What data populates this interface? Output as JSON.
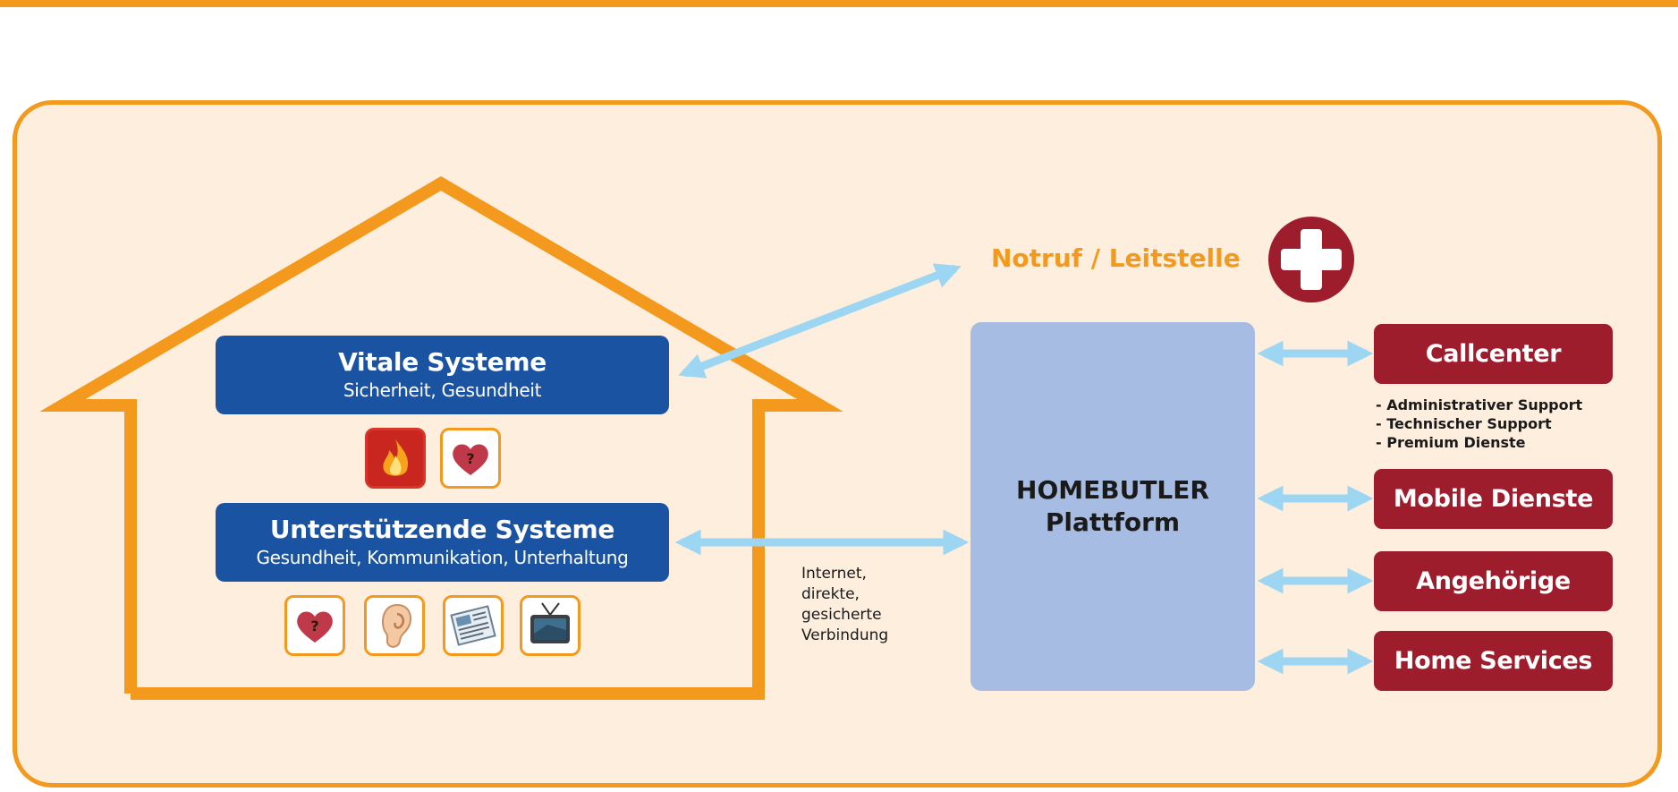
{
  "diagram": {
    "house": {
      "vital_box": {
        "title": "Vitale Systeme",
        "subtitle": "Sicherheit, Gesundheit"
      },
      "vital_icons": [
        {
          "icon": "fire-icon"
        },
        {
          "icon": "heart-question-icon"
        }
      ],
      "support_box": {
        "title": "Unterstützende Systeme",
        "subtitle": "Gesundheit, Kommunikation, Unterhaltung"
      },
      "support_icons": [
        {
          "icon": "heart-question-icon"
        },
        {
          "icon": "ear-icon"
        },
        {
          "icon": "newspaper-icon"
        },
        {
          "icon": "tv-icon"
        }
      ]
    },
    "emergency": {
      "label": "Notruf / Leitstelle",
      "icon": "red-cross-icon"
    },
    "connection_note": {
      "lines": [
        "Internet,",
        "direkte,",
        "gesicherte",
        "Verbindung"
      ]
    },
    "platform": {
      "line1": "HOMEBUTLER",
      "line2": "Plattform"
    },
    "services": [
      {
        "label": "Callcenter"
      },
      {
        "label": "Mobile Dienste"
      },
      {
        "label": "Angehörige"
      },
      {
        "label": "Home Services"
      }
    ],
    "callcenter_details": [
      "- Administrativer Support",
      "- Technischer Support",
      "- Premium Dienste"
    ]
  },
  "colors": {
    "accent_orange": "#f39a1e",
    "panel_background": "#fdeedd",
    "system_blue": "#1b53a3",
    "platform_blue": "#a6bce2",
    "service_red": "#9e1d2d",
    "arrow_light_blue": "#9cd6f2"
  }
}
